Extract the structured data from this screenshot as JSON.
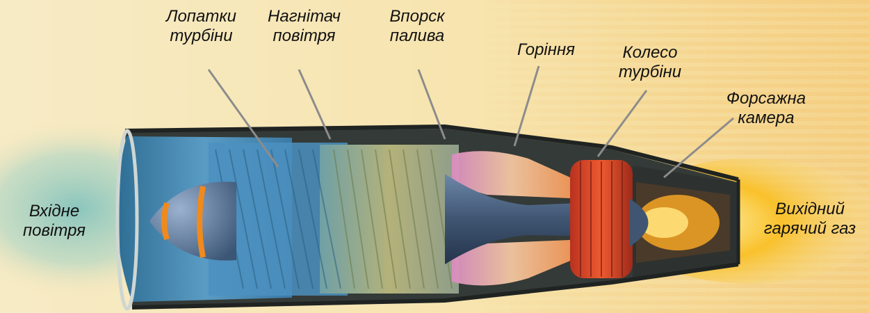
{
  "labels": {
    "blades": [
      "Лопатки",
      "турбіни"
    ],
    "compressor": [
      "Нагнітач",
      "повітря"
    ],
    "fuel_injection": [
      "Впорск",
      "палива"
    ],
    "combustion": [
      "Горіння"
    ],
    "turbine_wheel": [
      "Колесо",
      "турбіни"
    ],
    "afterburner": [
      "Форсажна",
      "камера"
    ],
    "air_intake": [
      "Вхідне",
      "повітря"
    ],
    "exhaust": [
      "Вихідний",
      "гарячий газ"
    ]
  },
  "colors": {
    "background": "#f6e6b7",
    "stripes": "#f4cf84",
    "intake_air": "#8ec9c2",
    "casing": "#3b3f3c",
    "fan_blades": "#4a8fbd",
    "compressor_blades": "#b7b26a",
    "combustion_glow": "#e7a7c9",
    "turbine": "#d8452a",
    "flame": "#f7b21e",
    "nose_cone": "#5d7da6",
    "nose_stripe": "#f08a1c",
    "leader_line": "#9a9a9a"
  },
  "icons": [
    "jet-engine-cutaway"
  ]
}
